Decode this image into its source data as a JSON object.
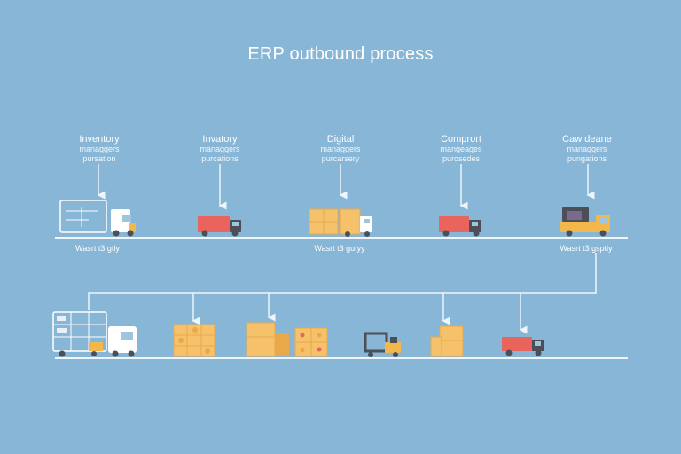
{
  "title": "ERP outbound process",
  "top_steps": [
    {
      "line1": "Inventory",
      "line2": "managgers",
      "line3": "pursation"
    },
    {
      "line1": "Invatory",
      "line2": "managgers",
      "line3": "purcations"
    },
    {
      "line1": "Digital",
      "line2": "managgers",
      "line3": "purcarsery"
    },
    {
      "line1": "Comprort",
      "line2": "mangeages",
      "line3": "purosedes"
    },
    {
      "line1": "Caw deane",
      "line2": "managgers",
      "line3": "pungations"
    }
  ],
  "captions": [
    "Wasrt t3 gtly",
    "Wasrt t3 gutyy",
    "Wasrt t3 gsptiy"
  ],
  "colors": {
    "background": "#88b6d6",
    "line": "#eef5fb",
    "truck_red": "#e8645c",
    "truck_yellow": "#f2b84b",
    "box": "#f5c16a",
    "box_dark": "#e9a94a",
    "cab_white": "#ffffff",
    "wheel": "#4c4f57"
  }
}
